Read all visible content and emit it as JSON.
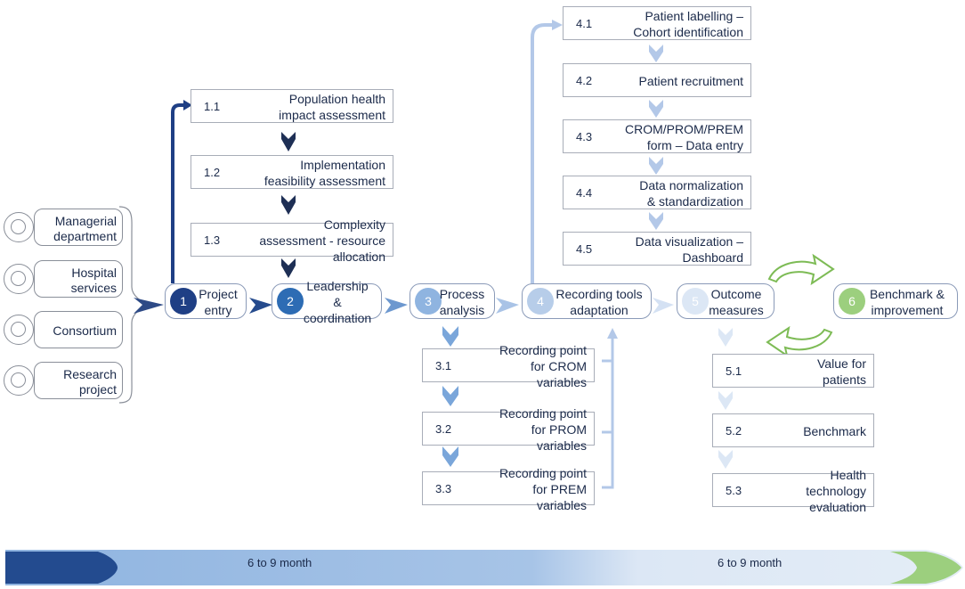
{
  "sources": [
    {
      "label": "Managerial department"
    },
    {
      "label": "Hospital services"
    },
    {
      "label": "Consortium"
    },
    {
      "label": "Research project"
    }
  ],
  "stages": [
    {
      "num": "1",
      "label": "Project entry",
      "color": "#1f3f85"
    },
    {
      "num": "2",
      "label": "Leadership & coordination",
      "color": "#2d6cb4"
    },
    {
      "num": "3",
      "label": "Process analysis",
      "color": "#8fb4e0"
    },
    {
      "num": "4",
      "label": "Recording tools adaptation",
      "color": "#b7cde9"
    },
    {
      "num": "5",
      "label": "Outcome measures",
      "color": "#dce7f5"
    },
    {
      "num": "6",
      "label": "Benchmark & improvement",
      "color": "#9ccf7e"
    }
  ],
  "substeps_1": [
    {
      "code": "1.1",
      "label": "Population health impact assessment"
    },
    {
      "code": "1.2",
      "label": "Implementation feasibility assessment"
    },
    {
      "code": "1.3",
      "label": "Complexity assessment - resource allocation"
    }
  ],
  "substeps_3": [
    {
      "code": "3.1",
      "label": "Recording point for CROM variables"
    },
    {
      "code": "3.2",
      "label": "Recording point for PROM variables"
    },
    {
      "code": "3.3",
      "label": "Recording point for PREM variables"
    }
  ],
  "substeps_4": [
    {
      "code": "4.1",
      "label": "Patient labelling – Cohort identification"
    },
    {
      "code": "4.2",
      "label": "Patient recruitment"
    },
    {
      "code": "4.3",
      "label": "CROM/PROM/PREM form – Data entry"
    },
    {
      "code": "4.4",
      "label": "Data normalization & standardization"
    },
    {
      "code": "4.5",
      "label": "Data visualization – Dashboard"
    }
  ],
  "substeps_5": [
    {
      "code": "5.1",
      "label": "Value for patients"
    },
    {
      "code": "5.2",
      "label": "Benchmark"
    },
    {
      "code": "5.3",
      "label": "Health technology evaluation"
    }
  ],
  "timeline": {
    "phase1": "6 to 9 month",
    "phase2": "6 to 9 month"
  },
  "colors": {
    "dark_blue": "#1f3f85",
    "mid_blue": "#2d6cb4",
    "light_blue": "#8fb4e0",
    "pale_blue": "#b7cde9",
    "very_pale_blue": "#dce7f5",
    "green": "#9ccf7e"
  }
}
